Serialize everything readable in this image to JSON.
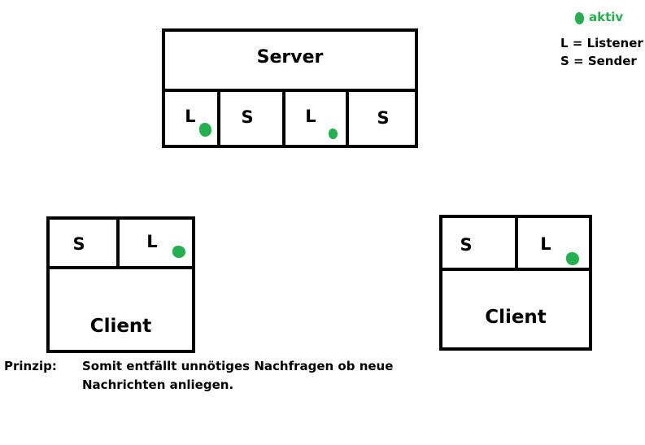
{
  "legend": {
    "active_label": "aktiv",
    "listener_def": "L = Listener",
    "sender_def": "S = Sender",
    "active_color": "#22b14c"
  },
  "server": {
    "title": "Server",
    "slots": [
      "L",
      "S",
      "L",
      "S"
    ]
  },
  "client_left": {
    "title": "Client",
    "slots": [
      "S",
      "L"
    ]
  },
  "client_right": {
    "title": "Client",
    "slots": [
      "S",
      "L"
    ]
  },
  "principle": {
    "label": "Prinzip:",
    "line1": "Somit entfällt unnötiges Nachfragen ob neue",
    "line2": "Nachrichten anliegen."
  }
}
